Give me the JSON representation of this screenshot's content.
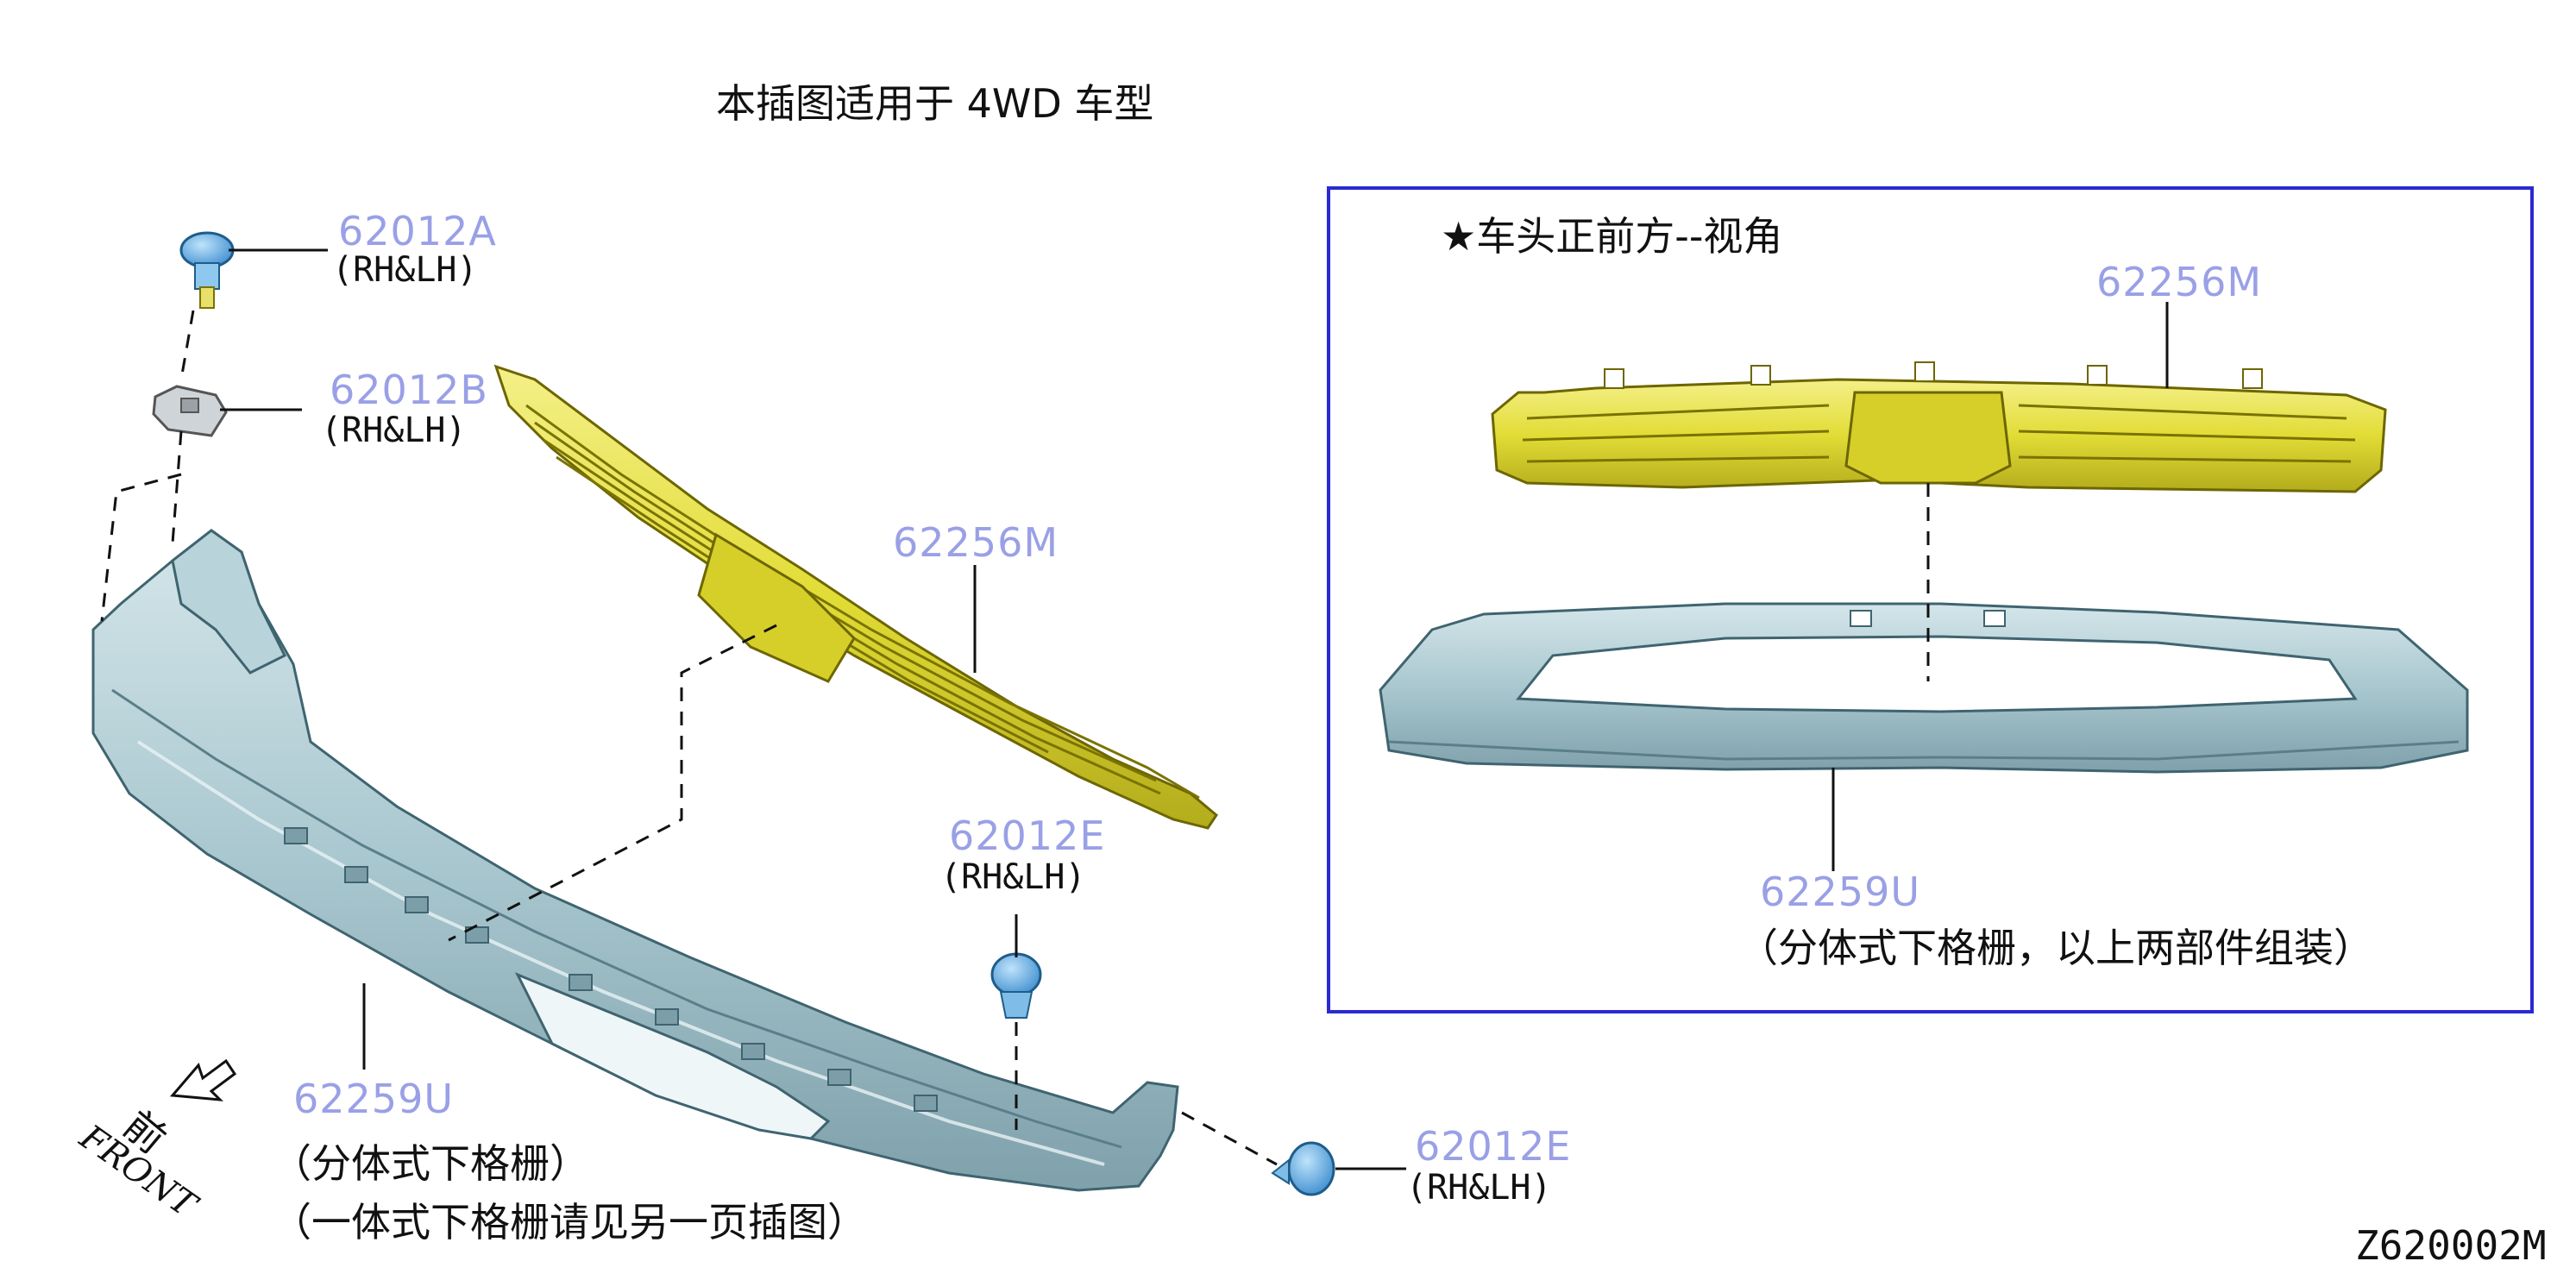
{
  "header": {
    "title": "本插图适用于 4WD 车型",
    "diagram_code": "Z620002M"
  },
  "inset": {
    "title": "★车头正前方--视角",
    "grille_part": "62256M",
    "bumper_part": "62259U",
    "bumper_note": "（分体式下格栅，以上两部件组装）"
  },
  "parts": {
    "p62012a": {
      "number": "62012A",
      "qty": "(RH&LH)"
    },
    "p62012b": {
      "number": "62012B",
      "qty": "(RH&LH)"
    },
    "p62256m": {
      "number": "62256M"
    },
    "p62012e_top": {
      "number": "62012E",
      "qty": "(RH&LH)"
    },
    "p62012e_bottom": {
      "number": "62012E",
      "qty": "(RH&LH)"
    },
    "p62259u": {
      "number": "62259U",
      "note1": "（分体式下格栅）",
      "note2": "（一体式下格栅请见另一页插图）"
    }
  },
  "front_marker": {
    "cn": "前",
    "en": "FRONT"
  },
  "colors": {
    "grille_yellow": "#e6e04a",
    "bumper_blue": "#a7c6cf",
    "fastener_blue": "#5aa8e0",
    "part_number": "#9aa0e6",
    "inset_border": "#2a2ad0"
  }
}
